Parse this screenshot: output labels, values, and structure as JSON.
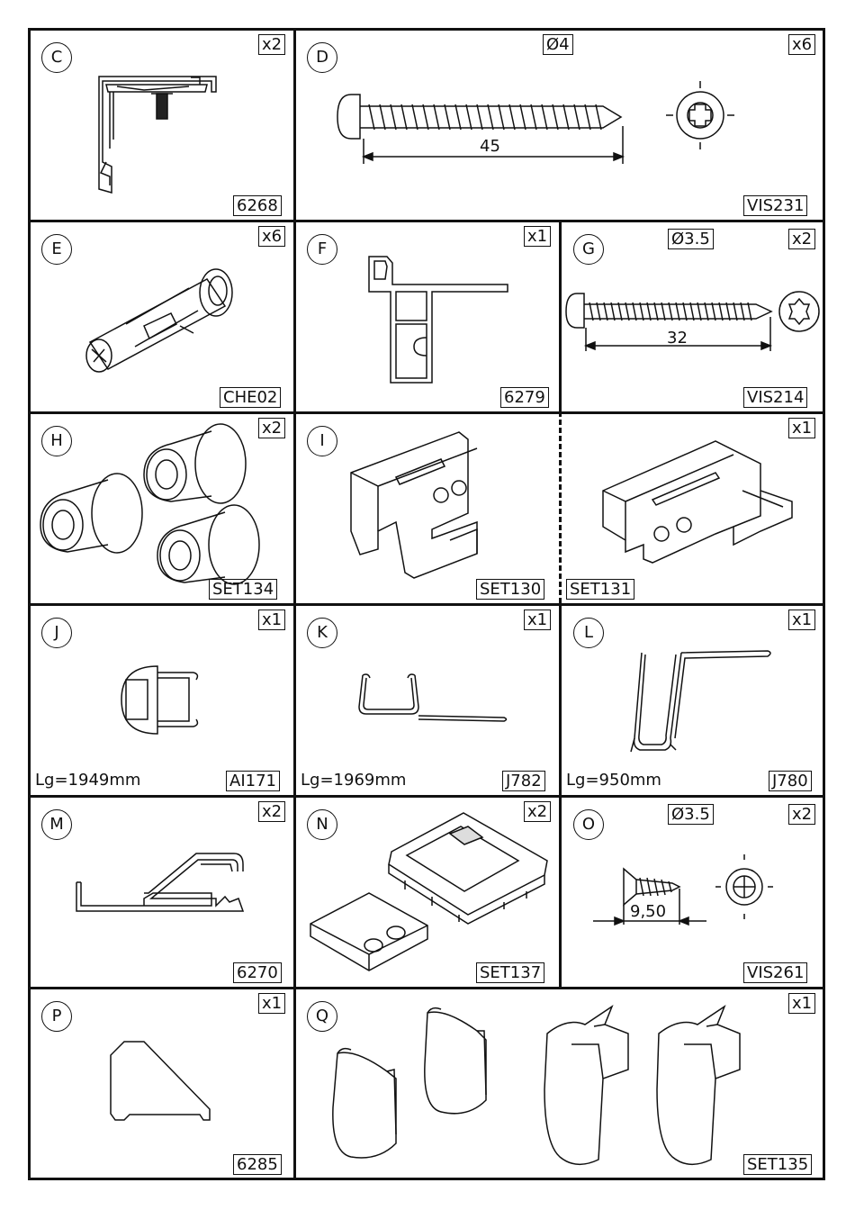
{
  "panels": {
    "C": {
      "letter": "C",
      "qty": "x2",
      "code": "6268"
    },
    "D": {
      "letter": "D",
      "qty": "x6",
      "code": "VIS231",
      "diameter": "Ø4",
      "length": "45"
    },
    "E": {
      "letter": "E",
      "qty": "x6",
      "code": "CHE02"
    },
    "F": {
      "letter": "F",
      "qty": "x1",
      "code": "6279"
    },
    "G": {
      "letter": "G",
      "qty": "x2",
      "code": "VIS214",
      "diameter": "Ø3.5",
      "length": "32"
    },
    "H": {
      "letter": "H",
      "qty": "x2",
      "code": "SET134"
    },
    "I": {
      "letter": "I",
      "qty": "x1",
      "code_left": "SET130",
      "code_right": "SET131"
    },
    "J": {
      "letter": "J",
      "qty": "x1",
      "code": "AI171",
      "length": "Lg=1949mm"
    },
    "K": {
      "letter": "K",
      "qty": "x1",
      "code": "J782",
      "length": "Lg=1969mm"
    },
    "L": {
      "letter": "L",
      "qty": "x1",
      "code": "J780",
      "length": "Lg=950mm"
    },
    "M": {
      "letter": "M",
      "qty": "x2",
      "code": "6270"
    },
    "N": {
      "letter": "N",
      "qty": "x2",
      "code": "SET137"
    },
    "O": {
      "letter": "O",
      "qty": "x2",
      "code": "VIS261",
      "diameter": "Ø3.5",
      "length": "9,50"
    },
    "P": {
      "letter": "P",
      "qty": "x1",
      "code": "6285"
    },
    "Q": {
      "letter": "Q",
      "qty": "x1",
      "code": "SET135"
    }
  }
}
